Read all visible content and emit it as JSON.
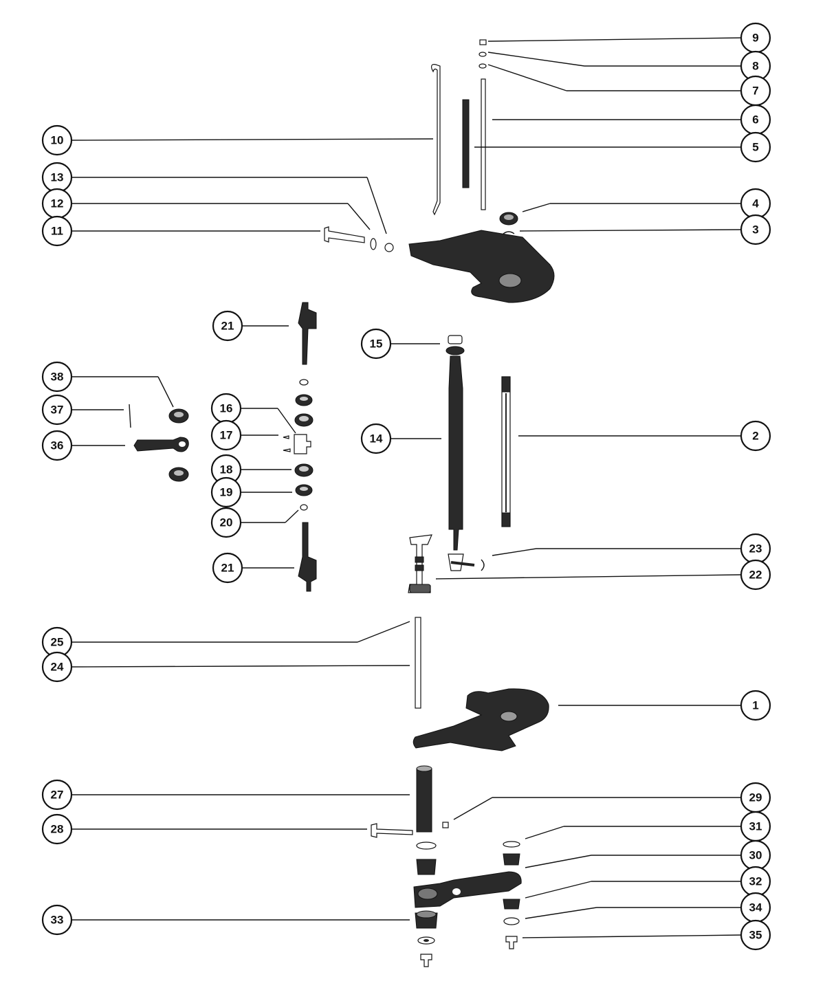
{
  "callouts": [
    {
      "id": "c9",
      "label": "9"
    },
    {
      "id": "c8",
      "label": "8"
    },
    {
      "id": "c7",
      "label": "7"
    },
    {
      "id": "c6",
      "label": "6"
    },
    {
      "id": "c5",
      "label": "5"
    },
    {
      "id": "c4",
      "label": "4"
    },
    {
      "id": "c3",
      "label": "3"
    },
    {
      "id": "c10",
      "label": "10"
    },
    {
      "id": "c13",
      "label": "13"
    },
    {
      "id": "c12",
      "label": "12"
    },
    {
      "id": "c11",
      "label": "11"
    },
    {
      "id": "c21a",
      "label": "21"
    },
    {
      "id": "c15",
      "label": "15"
    },
    {
      "id": "c38",
      "label": "38"
    },
    {
      "id": "c37",
      "label": "37"
    },
    {
      "id": "c36",
      "label": "36"
    },
    {
      "id": "c16",
      "label": "16"
    },
    {
      "id": "c17",
      "label": "17"
    },
    {
      "id": "c14",
      "label": "14"
    },
    {
      "id": "c2",
      "label": "2"
    },
    {
      "id": "c18",
      "label": "18"
    },
    {
      "id": "c19",
      "label": "19"
    },
    {
      "id": "c20",
      "label": "20"
    },
    {
      "id": "c21b",
      "label": "21"
    },
    {
      "id": "c23",
      "label": "23"
    },
    {
      "id": "c22",
      "label": "22"
    },
    {
      "id": "c25",
      "label": "25"
    },
    {
      "id": "c24",
      "label": "24"
    },
    {
      "id": "c1",
      "label": "1"
    },
    {
      "id": "c27",
      "label": "27"
    },
    {
      "id": "c29",
      "label": "29"
    },
    {
      "id": "c28",
      "label": "28"
    },
    {
      "id": "c31",
      "label": "31"
    },
    {
      "id": "c30",
      "label": "30"
    },
    {
      "id": "c32",
      "label": "32"
    },
    {
      "id": "c33",
      "label": "33"
    },
    {
      "id": "c34",
      "label": "34"
    },
    {
      "id": "c35",
      "label": "35"
    }
  ]
}
